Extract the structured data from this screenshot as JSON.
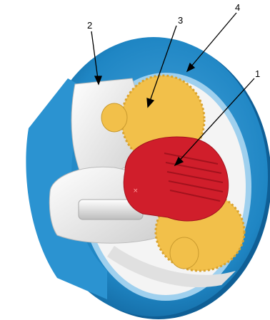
{
  "callouts": [
    {
      "id": "label-1",
      "text": "1"
    },
    {
      "id": "label-2",
      "text": "2"
    },
    {
      "id": "label-3",
      "text": "3"
    },
    {
      "id": "label-4",
      "text": "4"
    }
  ],
  "colors": {
    "ring_gear": "#1f86c4",
    "ring_gear_dark": "#0f5f96",
    "planet_gears": "#f2c04a",
    "sun_gear": "#d01e2b",
    "carrier": "#e9e9e9",
    "background": "#ffffff"
  }
}
